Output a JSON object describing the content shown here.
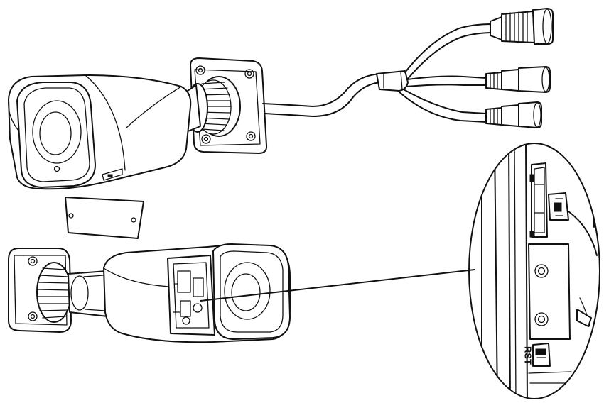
{
  "figure": {
    "components": [
      "camera-mounted-view",
      "cable-assembly",
      "service-cover",
      "camera-side-view",
      "detail-callout"
    ],
    "callout_label": "RST"
  }
}
